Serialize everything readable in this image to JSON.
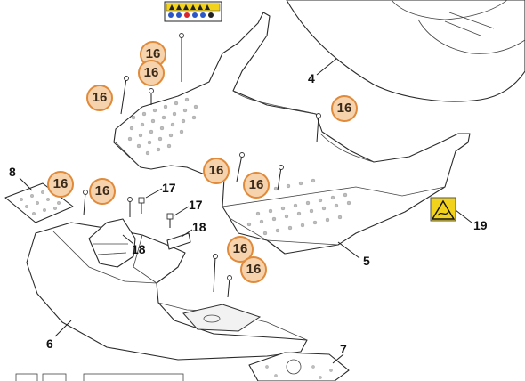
{
  "callouts": {
    "part_4": "4",
    "part_5": "5",
    "part_6": "6",
    "part_7": "7",
    "part_8": "8",
    "part_17_a": "17",
    "part_17_b": "17",
    "part_18_a": "18",
    "part_18_b": "18",
    "part_19": "19"
  },
  "screw_badge": "16",
  "colors": {
    "badge_fill": "#f6d3ad",
    "badge_ring": "#e08a3a",
    "warning_label": "#f2d21b"
  },
  "icons": [
    "warning-label-icon",
    "screw-icon",
    "clip-icon",
    "safety-decal-icon"
  ]
}
